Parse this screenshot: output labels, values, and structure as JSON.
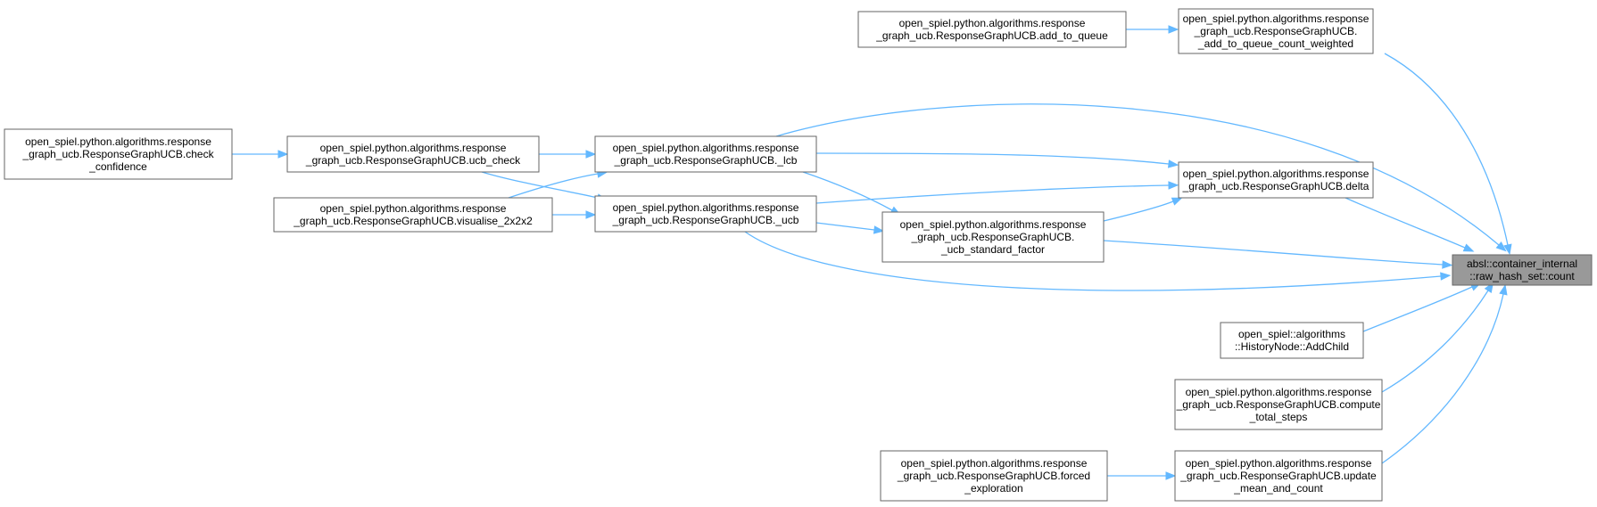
{
  "diagram": {
    "nodes": [
      {
        "id": "count",
        "focus": true,
        "lines": [
          "absl::container_internal",
          "::raw_hash_set::count"
        ]
      },
      {
        "id": "add_queue_w",
        "lines": [
          "open_spiel.python.algorithms.response",
          "_graph_ucb.ResponseGraphUCB.",
          "_add_to_queue_count_weighted"
        ]
      },
      {
        "id": "add_queue",
        "lines": [
          "open_spiel.python.algorithms.response",
          "_graph_ucb.ResponseGraphUCB.add_to_queue"
        ]
      },
      {
        "id": "lcb",
        "lines": [
          "open_spiel.python.algorithms.response",
          "_graph_ucb.ResponseGraphUCB._lcb"
        ]
      },
      {
        "id": "ucb_check",
        "lines": [
          "open_spiel.python.algorithms.response",
          "_graph_ucb.ResponseGraphUCB.ucb_check"
        ]
      },
      {
        "id": "check_conf",
        "lines": [
          "open_spiel.python.algorithms.response",
          "_graph_ucb.ResponseGraphUCB.check",
          "_confidence"
        ]
      },
      {
        "id": "delta",
        "lines": [
          "open_spiel.python.algorithms.response",
          "_graph_ucb.ResponseGraphUCB.delta"
        ]
      },
      {
        "id": "ucb",
        "lines": [
          "open_spiel.python.algorithms.response",
          "_graph_ucb.ResponseGraphUCB._ucb"
        ]
      },
      {
        "id": "visualise",
        "lines": [
          "open_spiel.python.algorithms.response",
          "_graph_ucb.ResponseGraphUCB.visualise_2x2x2"
        ]
      },
      {
        "id": "ucb_std",
        "lines": [
          "open_spiel.python.algorithms.response",
          "_graph_ucb.ResponseGraphUCB.",
          "_ucb_standard_factor"
        ]
      },
      {
        "id": "addchild",
        "lines": [
          "open_spiel::algorithms",
          "::HistoryNode::AddChild"
        ]
      },
      {
        "id": "compute_total",
        "lines": [
          "open_spiel.python.algorithms.response",
          "_graph_ucb.ResponseGraphUCB.compute",
          "_total_steps"
        ]
      },
      {
        "id": "update_mean",
        "lines": [
          "open_spiel.python.algorithms.response",
          "_graph_ucb.ResponseGraphUCB.update",
          "_mean_and_count"
        ]
      },
      {
        "id": "forced_expl",
        "lines": [
          "open_spiel.python.algorithms.response",
          "_graph_ucb.ResponseGraphUCB.forced",
          "_exploration"
        ]
      }
    ],
    "edges": [
      {
        "from": "add_queue_w",
        "to": "count"
      },
      {
        "from": "add_queue",
        "to": "add_queue_w"
      },
      {
        "from": "lcb",
        "to": "count"
      },
      {
        "from": "lcb",
        "to": "delta"
      },
      {
        "from": "ucb_check",
        "to": "lcb"
      },
      {
        "from": "ucb_check",
        "to": "ucb"
      },
      {
        "from": "check_conf",
        "to": "ucb_check"
      },
      {
        "from": "delta",
        "to": "count"
      },
      {
        "from": "ucb",
        "to": "count"
      },
      {
        "from": "ucb",
        "to": "delta"
      },
      {
        "from": "ucb",
        "to": "ucb_std"
      },
      {
        "from": "visualise",
        "to": "lcb"
      },
      {
        "from": "visualise",
        "to": "ucb"
      },
      {
        "from": "ucb_std",
        "to": "count"
      },
      {
        "from": "ucb_std",
        "to": "delta"
      },
      {
        "from": "lcb",
        "to": "ucb_std"
      },
      {
        "from": "addchild",
        "to": "count"
      },
      {
        "from": "compute_total",
        "to": "count"
      },
      {
        "from": "update_mean",
        "to": "count"
      },
      {
        "from": "forced_expl",
        "to": "update_mean"
      }
    ],
    "colors": {
      "edge": "#63b8ff",
      "focus_fill": "#999999",
      "border": "#666666"
    }
  }
}
